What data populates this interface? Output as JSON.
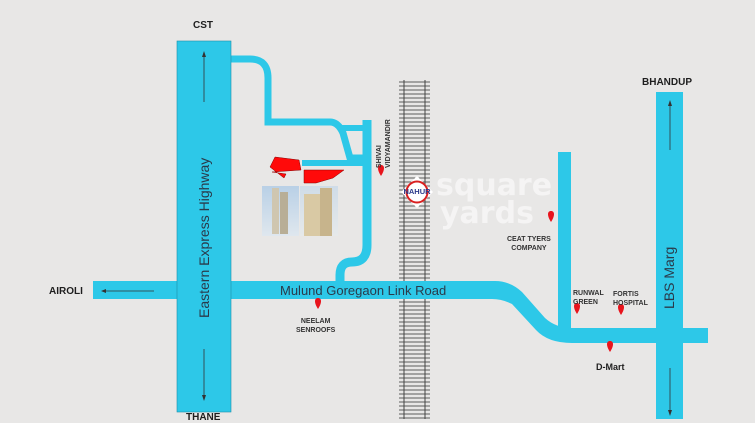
{
  "map": {
    "colors": {
      "background": "#e8e7e6",
      "road": "#2dc8e8",
      "project": "#ff0a0a",
      "marker": "#e8141c",
      "station_ring": "#d92020",
      "station_text": "#2b3a8a"
    },
    "destinations": {
      "north_highway": "CST",
      "south_highway": "THANE",
      "west": "AIROLI",
      "north_lbs": "BHANDUP"
    },
    "roads": {
      "highway": "Eastern Express Highway",
      "link_road": "Mulund Goregaon Link Road",
      "lbs": "LBS Marg"
    },
    "station": {
      "name": "NAHUR",
      "icon": "railway-station-icon"
    },
    "landmarks": [
      {
        "id": "shivai",
        "lines": [
          "SHIVAI",
          "VIDYAMANDIR"
        ],
        "icon": "map-pin-icon"
      },
      {
        "id": "neelam",
        "lines": [
          "NEELAM",
          "SENROOFS"
        ],
        "icon": "map-pin-icon"
      },
      {
        "id": "ceat",
        "lines": [
          "CEAT TYERS",
          "COMPANY"
        ],
        "icon": "map-pin-icon"
      },
      {
        "id": "runwal",
        "lines": [
          "RUNWAL",
          "GREEN"
        ],
        "icon": "map-pin-icon"
      },
      {
        "id": "fortis",
        "lines": [
          "FORTIS",
          "HOSPITAL"
        ],
        "icon": "map-pin-icon"
      },
      {
        "id": "dmart",
        "lines": [
          "D-Mart"
        ],
        "icon": "map-pin-icon"
      }
    ],
    "watermark": [
      "square",
      "yards"
    ]
  }
}
